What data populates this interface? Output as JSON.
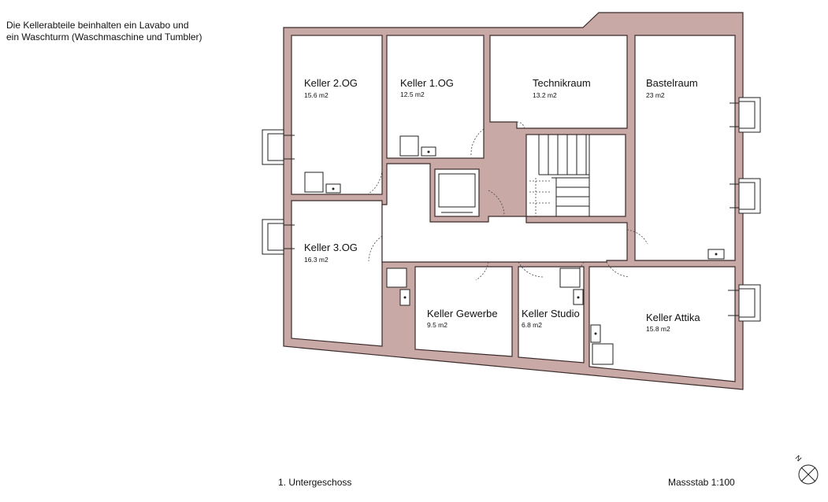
{
  "note": "Die Kellerabteile beinhalten ein Lavabo und ein Waschturm (Waschmaschine und Tumbler)",
  "level_label": "1. Untergeschoss",
  "scale_label": "Massstab 1:100",
  "north_label": "N",
  "rooms": [
    {
      "name": "Keller 2.OG",
      "area": "15.6 m2"
    },
    {
      "name": "Keller 1.OG",
      "area": "12.5 m2"
    },
    {
      "name": "Technikraum",
      "area": "13.2 m2"
    },
    {
      "name": "Bastelraum",
      "area": "23 m2"
    },
    {
      "name": "Keller 3.OG",
      "area": "16.3 m2"
    },
    {
      "name": "Keller Gewerbe",
      "area": "9.5 m2"
    },
    {
      "name": "Keller Studio",
      "area": "6.8 m2"
    },
    {
      "name": "Keller Attika",
      "area": "15.8 m2"
    }
  ],
  "colors": {
    "wall": "#c9a9a6",
    "line": "#3a2a2a"
  }
}
